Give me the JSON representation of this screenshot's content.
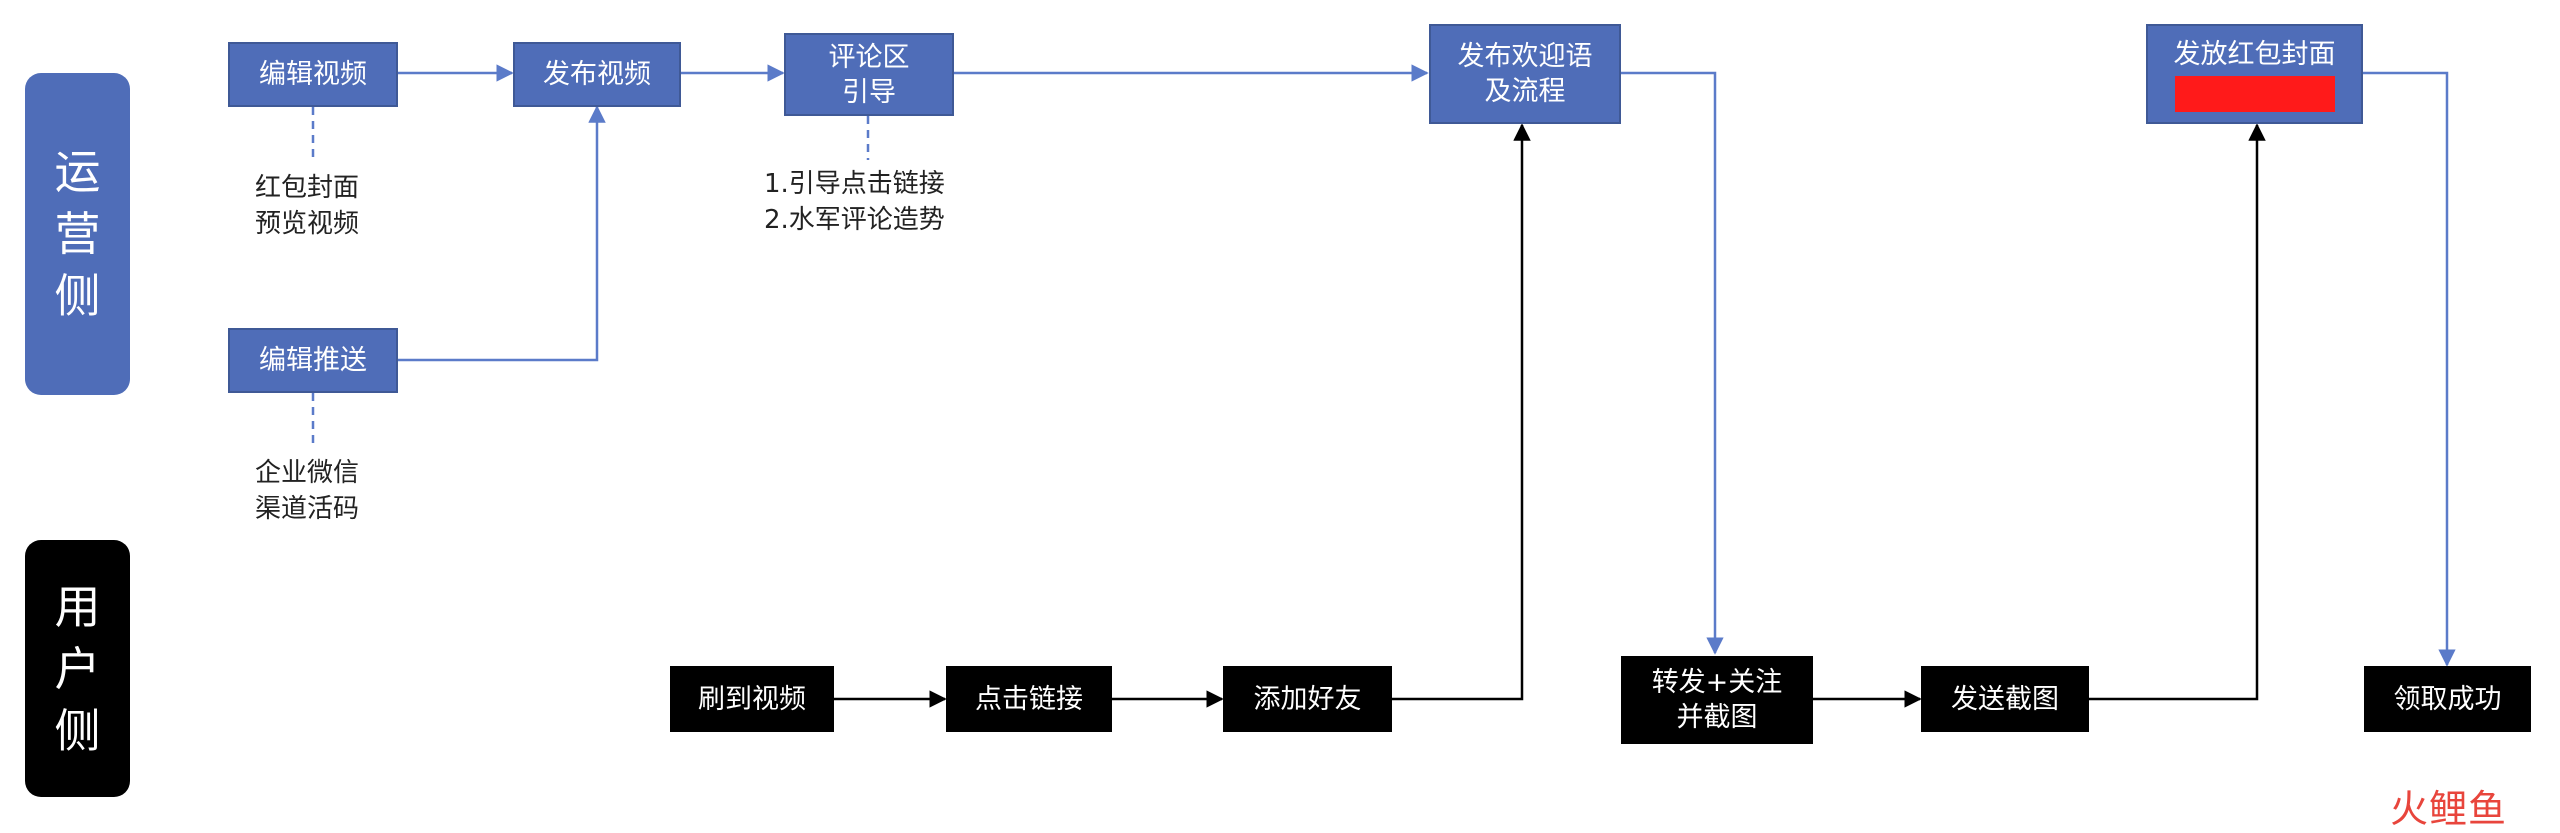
{
  "lanes": {
    "ops": [
      "运",
      "营",
      "侧"
    ],
    "user": [
      "用",
      "户",
      "侧"
    ]
  },
  "ops_boxes": {
    "edit_video": "编辑视频",
    "publish_video": "发布视频",
    "comment_guide": [
      "评论区",
      "引导"
    ],
    "welcome_flow": [
      "发布欢迎语",
      "及流程"
    ],
    "hongbao_cover": "发放红包封面",
    "edit_push": "编辑推送"
  },
  "user_boxes": {
    "browse_video": "刷到视频",
    "click_link": "点击链接",
    "add_friend": "添加好友",
    "share_follow": [
      "转发+关注",
      "并截图"
    ],
    "send_screenshot": "发送截图",
    "receive_success": "领取成功"
  },
  "notes": {
    "edit_video": [
      "红包封面",
      "预览视频"
    ],
    "comment_guide": [
      "1.引导点击链接",
      "2.水军评论造势"
    ],
    "edit_push": [
      "企业微信",
      "渠道活码"
    ]
  },
  "watermark": "火鲤鱼",
  "colors": {
    "ops_blue": "#4F6DB8",
    "user_black": "#000000",
    "connector_blue": "#5B7BC9",
    "redaction_red": "#FF1A1A",
    "watermark_red": "#E8453C"
  }
}
